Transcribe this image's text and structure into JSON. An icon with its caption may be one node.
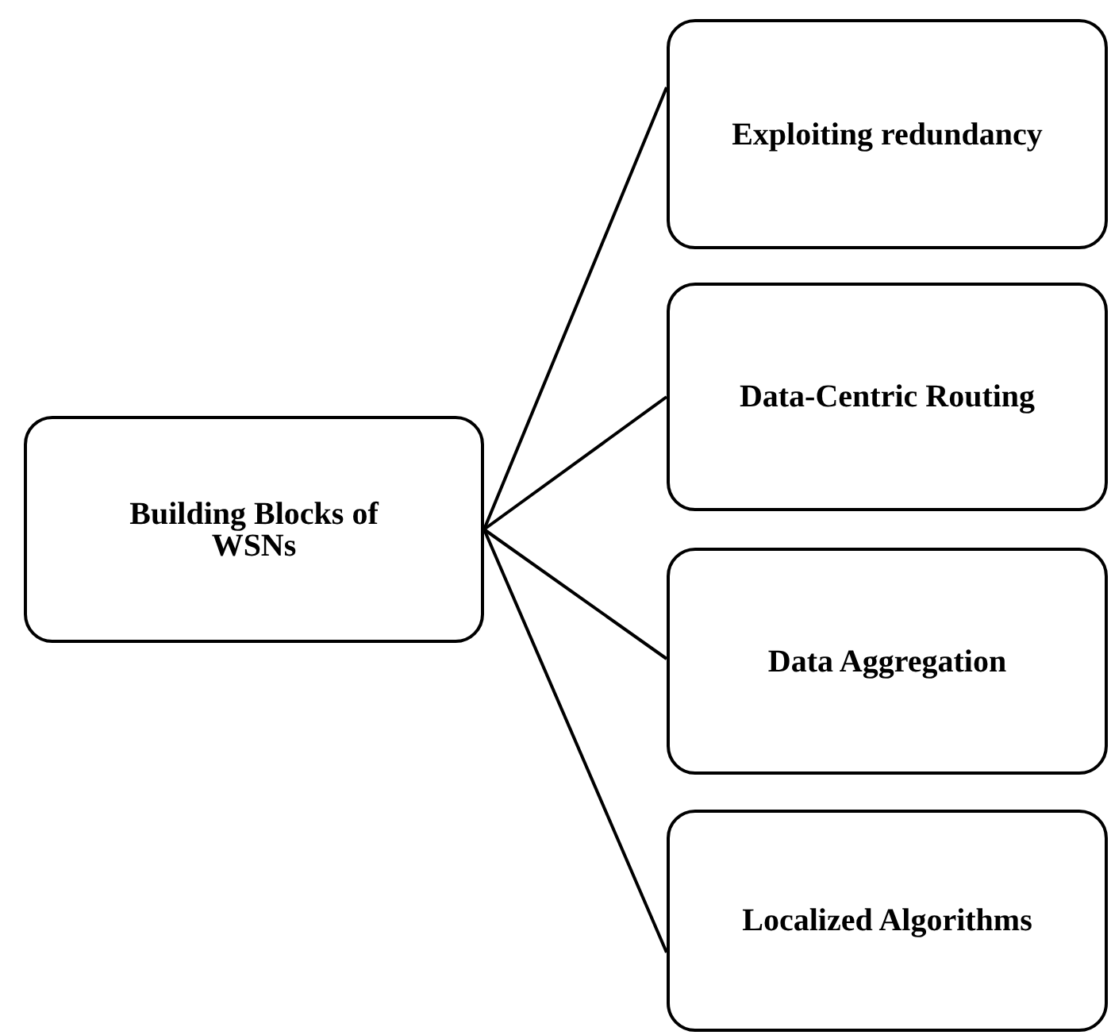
{
  "diagram": {
    "nodes": [
      {
        "text": [
          "Building Blocks of WSNs"
        ]
      },
      {
        "text": [
          "Exploiting redundancy"
        ]
      },
      {
        "text": [
          "Data-Centric Routing"
        ]
      },
      {
        "text": [
          "Data Aggregation"
        ]
      },
      {
        "text": [
          "Localized Algorithms"
        ]
      }
    ],
    "edges": [
      {
        "from": 0,
        "to": 1,
        "arrow": "none"
      },
      {
        "from": 0,
        "to": 2,
        "arrow": "none"
      },
      {
        "from": 0,
        "to": 3,
        "arrow": "none"
      },
      {
        "from": 0,
        "to": 4,
        "arrow": "none"
      }
    ]
  }
}
